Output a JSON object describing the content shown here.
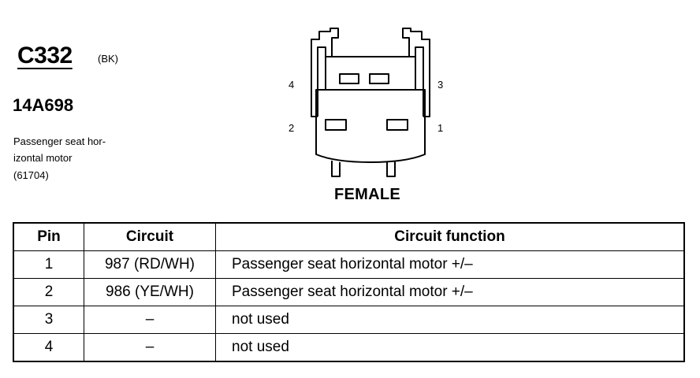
{
  "connector": {
    "id": "C332",
    "color": "(BK)",
    "part_number": "14A698",
    "description_lines": [
      "Passenger seat hor-",
      "izontal motor",
      "(61704)"
    ]
  },
  "diagram": {
    "pin_labels": {
      "p1": "1",
      "p2": "2",
      "p3": "3",
      "p4": "4"
    },
    "view_label": "FEMALE"
  },
  "table": {
    "headers": [
      "Pin",
      "Circuit",
      "Circuit function"
    ],
    "rows": [
      {
        "pin": "1",
        "circuit": "987 (RD/WH)",
        "function": "Passenger seat horizontal motor  +/–"
      },
      {
        "pin": "2",
        "circuit": "986 (YE/WH)",
        "function": "Passenger seat horizontal motor  +/–"
      },
      {
        "pin": "3",
        "circuit": "–",
        "function": "not used"
      },
      {
        "pin": "4",
        "circuit": "–",
        "function": "not used"
      }
    ]
  }
}
